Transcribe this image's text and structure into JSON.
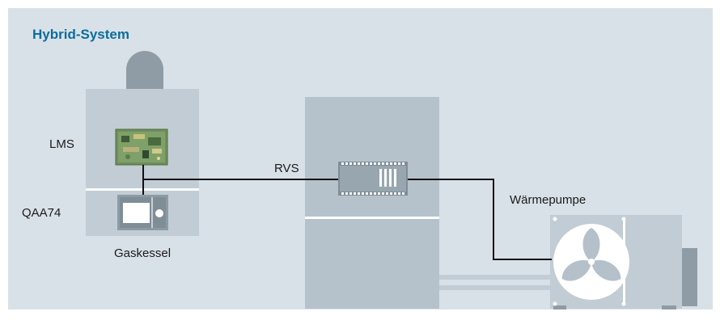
{
  "diagram": {
    "title": "Hybrid-System",
    "labels": {
      "lms": "LMS",
      "qaa74": "QAA74",
      "gaskessel": "Gaskessel",
      "rvs": "RVS",
      "waermepumpe": "Wärmepumpe"
    },
    "colors": {
      "background": "#d9e1e8",
      "title": "#0a6e9c",
      "unit_light": "#c2ccd4",
      "unit_mid": "#b3bfc8",
      "unit_dark": "#9aa8b2",
      "line": "#111111",
      "fan": "#b4c1cb"
    },
    "icons": {
      "lms": "circuit-board-icon",
      "qaa74": "room-unit-icon",
      "rvs": "controller-module-icon",
      "waermepumpe": "fan-icon"
    }
  }
}
